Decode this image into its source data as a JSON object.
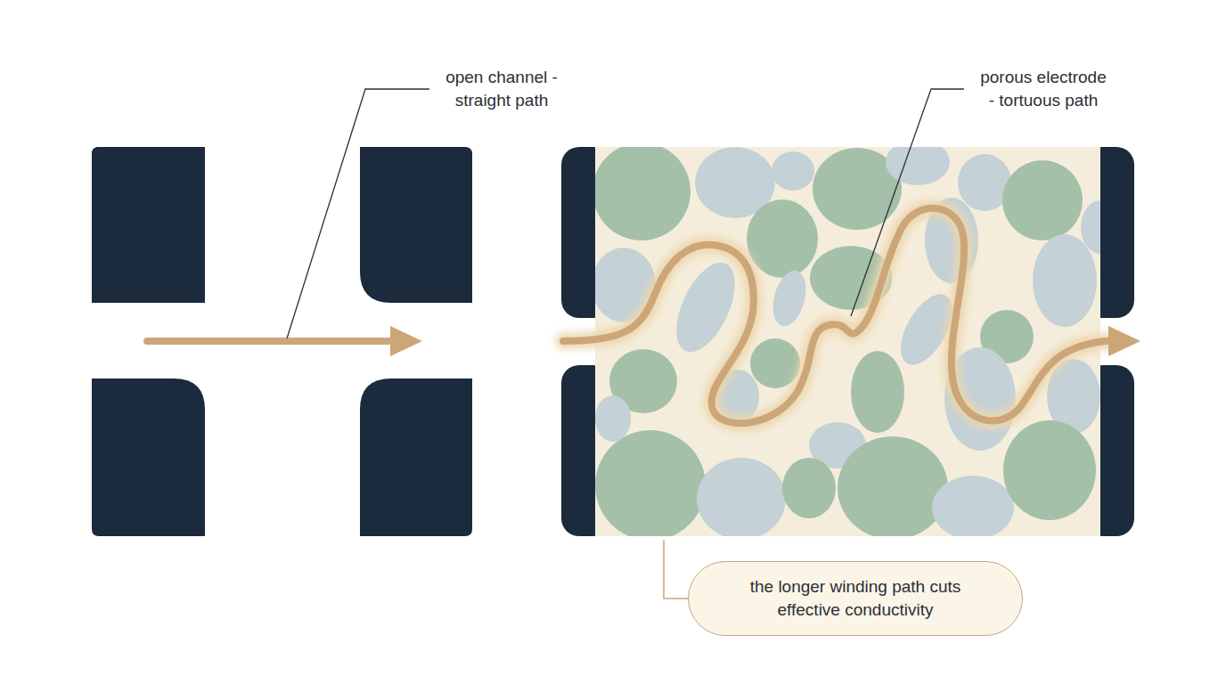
{
  "diagram": {
    "nodes": [
      {
        "text": [
          "the longer winding path cuts effective conductivity"
        ]
      }
    ],
    "labels": [
      "open channel - straight path",
      "porous electrode - tortuous path"
    ]
  }
}
